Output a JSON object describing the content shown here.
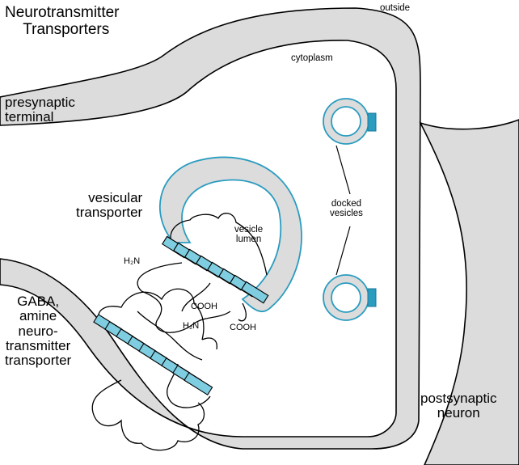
{
  "title": [
    "Neurotransmitter",
    "Transporters"
  ],
  "labels": {
    "outside": "outside",
    "cytoplasm": "cytoplasm",
    "presynaptic_terminal": [
      "presynaptic",
      "terminal"
    ],
    "vesicular_transporter": [
      "vesicular",
      "transporter"
    ],
    "vesicle_lumen": [
      "vesicle",
      "lumen"
    ],
    "docked_vesicles": [
      "docked",
      "vesicles"
    ],
    "gaba_transporter": [
      "GABA,",
      "amine",
      "neuro-",
      "transmitter",
      "transporter"
    ],
    "postsynaptic_neuron": [
      "postsynaptic",
      "neuron"
    ],
    "h2n_vesicular": "H₂N",
    "cooh_vesicular": "COOH",
    "h2n_plasma": "H₂N",
    "cooh_plasma": "COOH"
  },
  "colors": {
    "membrane_fill": "#dcdcdc",
    "vesicle_outline": "#2a9cc0",
    "transporter_segment": "#7ecde0",
    "outline": "#000000"
  }
}
